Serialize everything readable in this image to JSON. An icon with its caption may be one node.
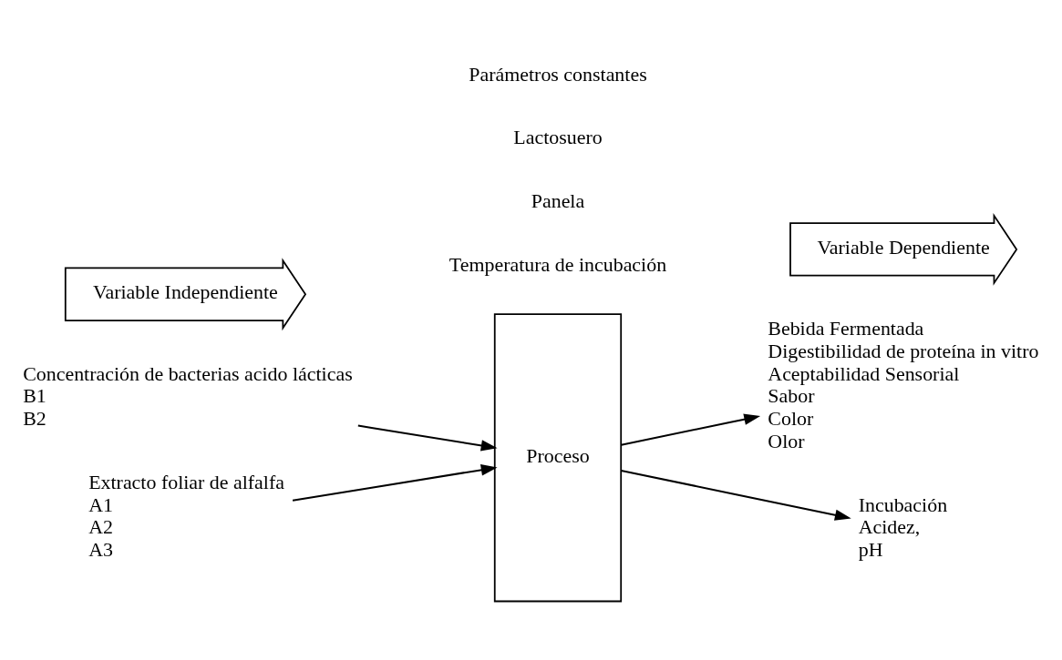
{
  "diagram": {
    "nodes": [
      {
        "text": [
          "Variable Independiente"
        ]
      },
      {
        "text": [
          "Variable Dependiente"
        ]
      },
      {
        "text": [
          "Extracto foliar de alfalfa",
          "A1",
          "A2",
          "A3"
        ]
      },
      {
        "text": [
          "Proceso"
        ]
      },
      {
        "text": [
          "Concentración de bacterias acido lácticas",
          "B1",
          "B2"
        ]
      },
      {
        "text": [
          "Incubación",
          "Acidez,",
          "pH"
        ]
      },
      {
        "text": [
          "Bebida Fermentada",
          "Digestibilidad de proteína in vitro",
          "Aceptabilidad Sensorial",
          "Sabor",
          "Color",
          "Olor"
        ]
      }
    ],
    "edges": [
      {
        "from": 2,
        "to": 3,
        "arrow": "to"
      },
      {
        "from": 4,
        "to": 3,
        "arrow": "to"
      },
      {
        "from": 3,
        "to": 5,
        "arrow": "to"
      },
      {
        "from": 3,
        "to": 6,
        "arrow": "to"
      }
    ],
    "labels": [
      "Parámetros constantes",
      "Lactosuero",
      "Panela",
      "Temperatura de incubación"
    ]
  }
}
